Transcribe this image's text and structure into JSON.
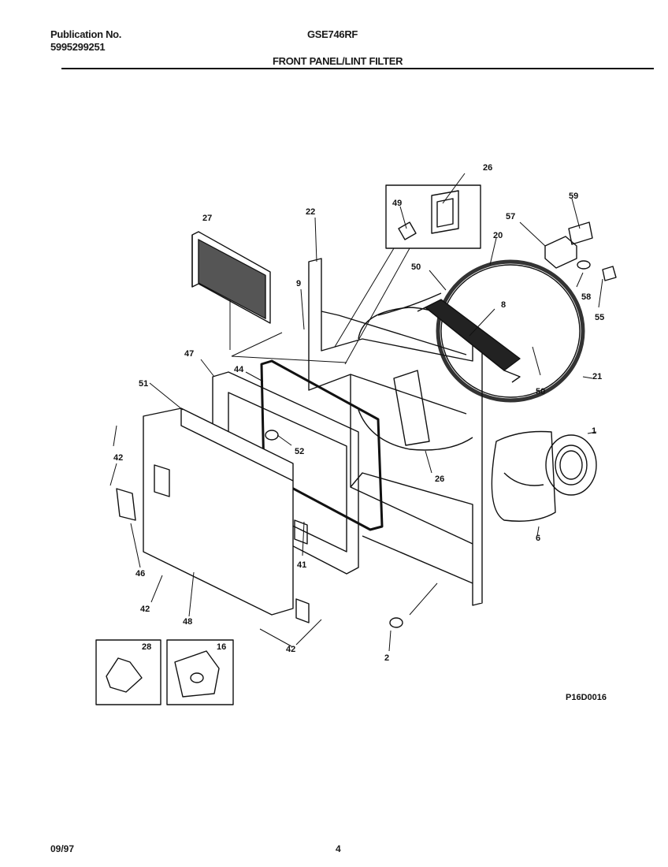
{
  "header": {
    "publication_label": "Publication No.",
    "publication_number": "5995299251",
    "model": "GSE746RF",
    "title": "FRONT PANEL/LINT FILTER"
  },
  "diagram": {
    "code": "P16D0016",
    "callouts": [
      "26",
      "49",
      "59",
      "57",
      "27",
      "22",
      "20",
      "9",
      "50",
      "8",
      "58",
      "55",
      "47",
      "44",
      "50",
      "21",
      "51",
      "1",
      "52",
      "26",
      "42",
      "46",
      "41",
      "6",
      "42",
      "48",
      "42",
      "2",
      "28",
      "16"
    ]
  },
  "footer": {
    "date": "09/97",
    "page": "4"
  }
}
